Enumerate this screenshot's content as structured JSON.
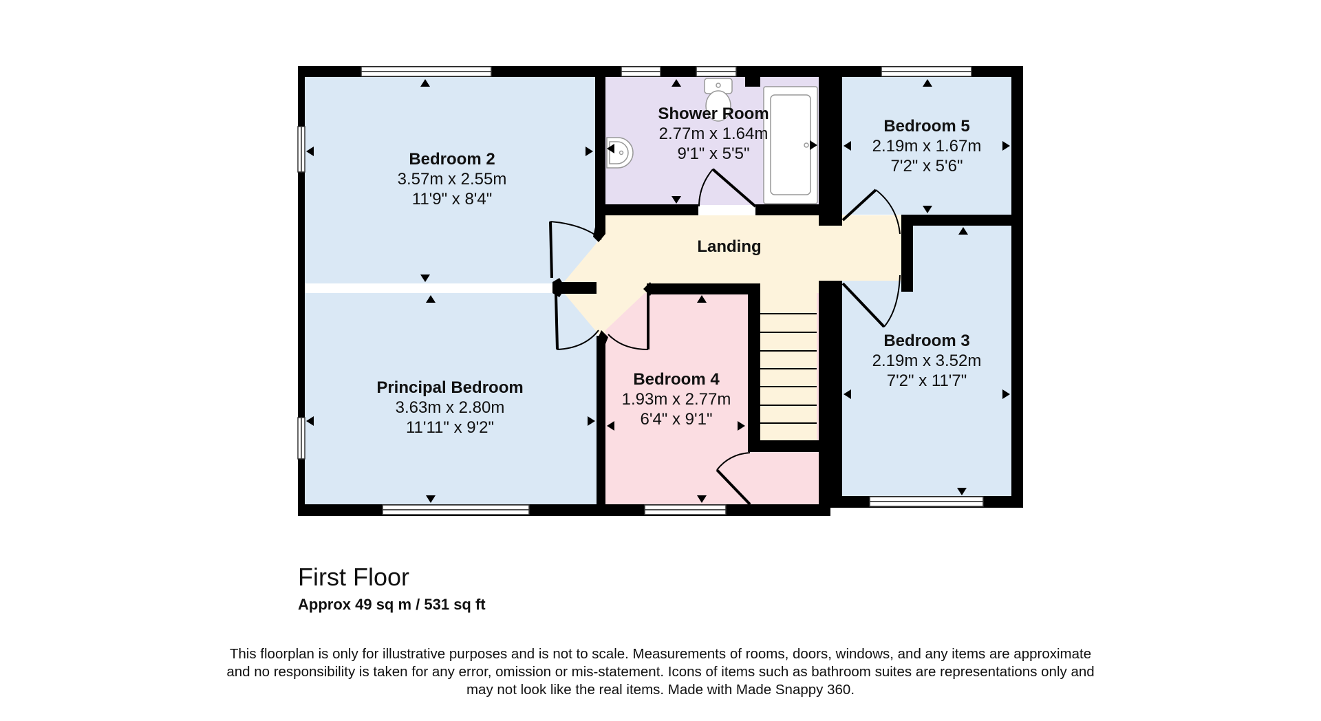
{
  "colors": {
    "wall": "#000000",
    "bedroom": "#DAE8F5",
    "shower_room": "#E6DEF2",
    "landing": "#FDF3DC",
    "bedroom4": "#FBDDE2",
    "window": "#FFFFFF"
  },
  "rooms": [
    {
      "name": "Bedroom 2",
      "metric": "3.57m x 2.55m",
      "imperial": "11'9\" x 8'4\""
    },
    {
      "name": "Shower Room",
      "metric": "2.77m x 1.64m",
      "imperial": "9'1\" x 5'5\""
    },
    {
      "name": "Bedroom 5",
      "metric": "2.19m x 1.67m",
      "imperial": "7'2\" x 5'6\""
    },
    {
      "name": "Landing"
    },
    {
      "name": "Principal Bedroom",
      "metric": "3.63m x 2.80m",
      "imperial": "11'11\" x 9'2\""
    },
    {
      "name": "Bedroom 4",
      "metric": "1.93m x 2.77m",
      "imperial": "6'4\" x 9'1\""
    },
    {
      "name": "Bedroom 3",
      "metric": "2.19m x 3.52m",
      "imperial": "7'2\" x 11'7\""
    }
  ],
  "floor": {
    "title": "First Floor",
    "area": "Approx 49 sq m / 531 sq ft"
  },
  "disclaimer": {
    "line1": "This floorplan is only for illustrative purposes and is not to scale. Measurements of rooms, doors, windows, and any items are approximate",
    "line2": "and no responsibility is taken for any error, omission or mis-statement. Icons of items such as bathroom suites are representations only and",
    "line3": "may not look like the real items. Made with Made Snappy 360."
  },
  "icons": [
    "toilet-icon",
    "basin-icon",
    "bath-icon",
    "staircase-icon",
    "door-swing-icon",
    "window-icon",
    "measure-arrow-icon"
  ]
}
